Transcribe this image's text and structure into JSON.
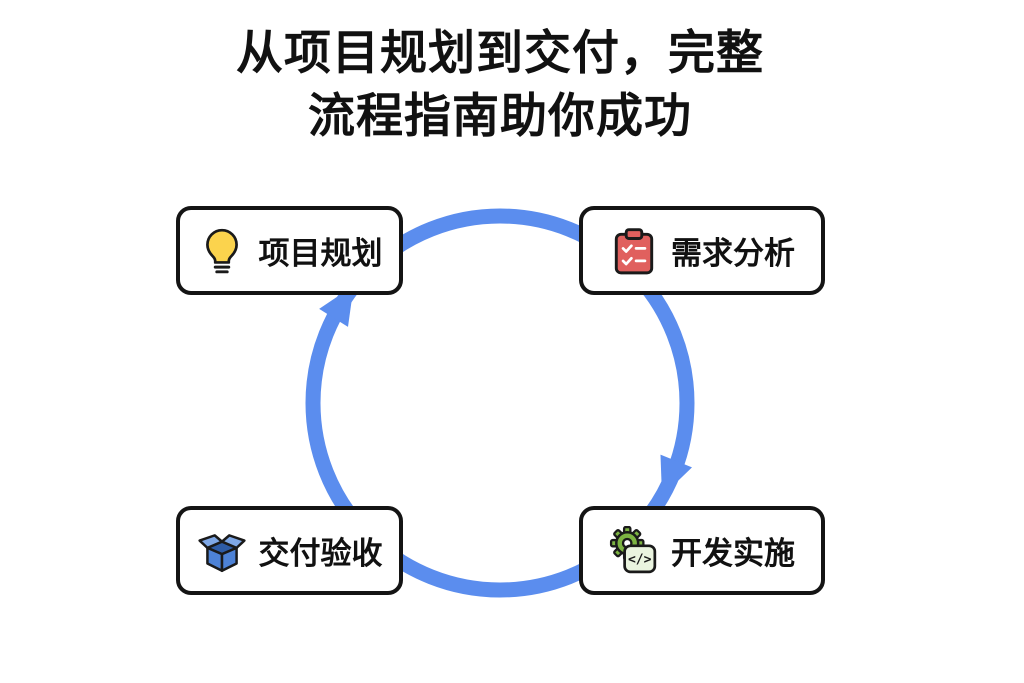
{
  "title": {
    "line1": "从项目规划到交付，完整",
    "line2": "流程指南助你成功"
  },
  "nodes": [
    {
      "label": "项目规划",
      "icon": "lightbulb-icon"
    },
    {
      "label": "需求分析",
      "icon": "clipboard-checklist-icon"
    },
    {
      "label": "开发实施",
      "icon": "gear-code-icon",
      "icon_text": "</>"
    },
    {
      "label": "交付验收",
      "icon": "open-box-icon"
    }
  ],
  "colors": {
    "cycle_arrow": "#5b8dee",
    "outline": "#1a1a1a",
    "bulb_yellow": "#fbd34d",
    "clipboard_red": "#e0605e",
    "gear_green": "#7cb342",
    "code_panel_green": "#eaf4df",
    "box_blue": "#4d82d6",
    "box_blue_light": "#7fa8e6",
    "box_blue_dark": "#2e5ca6"
  }
}
